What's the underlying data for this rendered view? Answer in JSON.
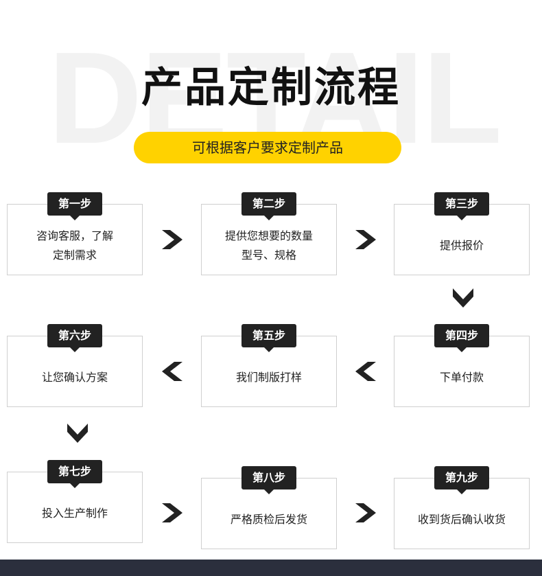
{
  "header": {
    "watermark": "DETAIL",
    "title": "产品定制流程",
    "subtitle": "可根据客户要求定制产品"
  },
  "steps": [
    {
      "badge": "第一步",
      "desc": "咨询客服，了解\n定制需求"
    },
    {
      "badge": "第二步",
      "desc": "提供您想要的数量\n型号、规格"
    },
    {
      "badge": "第三步",
      "desc": "提供报价"
    },
    {
      "badge": "第四步",
      "desc": "下单付款"
    },
    {
      "badge": "第五步",
      "desc": "我们制版打样"
    },
    {
      "badge": "第六步",
      "desc": "让您确认方案"
    },
    {
      "badge": "第七步",
      "desc": "投入生产制作"
    },
    {
      "badge": "第八步",
      "desc": "严格质检后发货"
    },
    {
      "badge": "第九步",
      "desc": "收到货后确认收货"
    }
  ],
  "colors": {
    "accent": "#ffd200",
    "badge": "#222222",
    "footer": "#2b2f3d"
  },
  "icons": {
    "right": "chevron-right-icon",
    "left": "chevron-left-icon",
    "down": "chevron-down-icon"
  }
}
